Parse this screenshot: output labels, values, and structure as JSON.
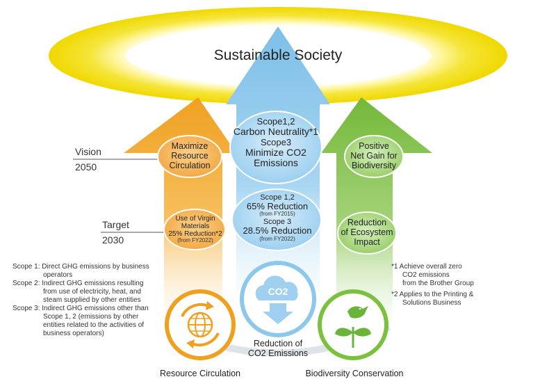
{
  "title": "Sustainable Society",
  "vision": {
    "label": "Vision",
    "year": "2050"
  },
  "target": {
    "label": "Target",
    "year": "2030"
  },
  "resource": {
    "vision_line1": "Maximize",
    "vision_line2": "Resource",
    "vision_line3": "Circulation",
    "target_line1": "Use of Virgin",
    "target_line2": "Materials",
    "target_line3": "25% Reduction*2",
    "target_note": "(from FY2022)",
    "name": "Resource Circulation"
  },
  "co2": {
    "vision_scope12": "Scope1,2",
    "vision_scope12_goal": "Carbon Neutrality*1",
    "vision_scope3": "Scope3",
    "vision_scope3_goal1": "Minimize CO2",
    "vision_scope3_goal2": "Emissions",
    "target_scope12": "Scope 1,2",
    "target_scope12_goal": "65% Reduction",
    "target_scope12_note": "(from FY2015)",
    "target_scope3": "Scope 3",
    "target_scope3_goal": "28.5% Reduction",
    "target_scope3_note": "(from FY2022)",
    "icon_text": "CO2",
    "name_line1": "Reduction of",
    "name_line2": "CO2 Emissions"
  },
  "bio": {
    "vision_line1": "Positive",
    "vision_line2": "Net Gain for",
    "vision_line3": "Biodiversity",
    "target_line1": "Reduction",
    "target_line2": "of Ecosystem",
    "target_line3": "Impact",
    "name": "Biodiversity Conservation"
  },
  "scope_notes": [
    "Scope 1: Direct GHG emissions by business",
    "operators",
    "Scope 2: Indirect GHG emissions resulting",
    "from use of electricity, heat, and",
    "steam supplied by other entities",
    "Scope 3: Indirect GHG emissions other than",
    "Scope 1, 2 (emissions by other",
    "entities related to the activities of",
    "business operators)"
  ],
  "footnotes": [
    "*1 Achieve overall zero",
    "CO2 emissions",
    "from the Brother Group",
    "*2 Applies to the Printing &",
    "Solutions Business"
  ],
  "colors": {
    "orange": "#f0a030",
    "blue": "#8cc8ec",
    "green": "#7cc040",
    "yellow": "#f2e200"
  }
}
